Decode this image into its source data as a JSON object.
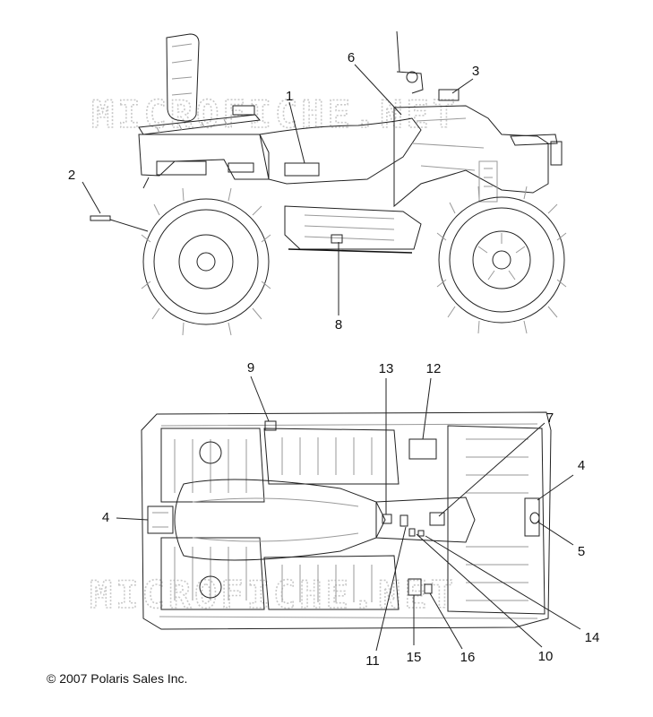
{
  "watermark": "MICROFICHE.NET",
  "copyright": "© 2007 Polaris Sales Inc.",
  "callouts": [
    "1",
    "2",
    "3",
    "4",
    "5",
    "6",
    "7",
    "8",
    "9",
    "10",
    "11",
    "12",
    "13",
    "14",
    "15",
    "16"
  ]
}
